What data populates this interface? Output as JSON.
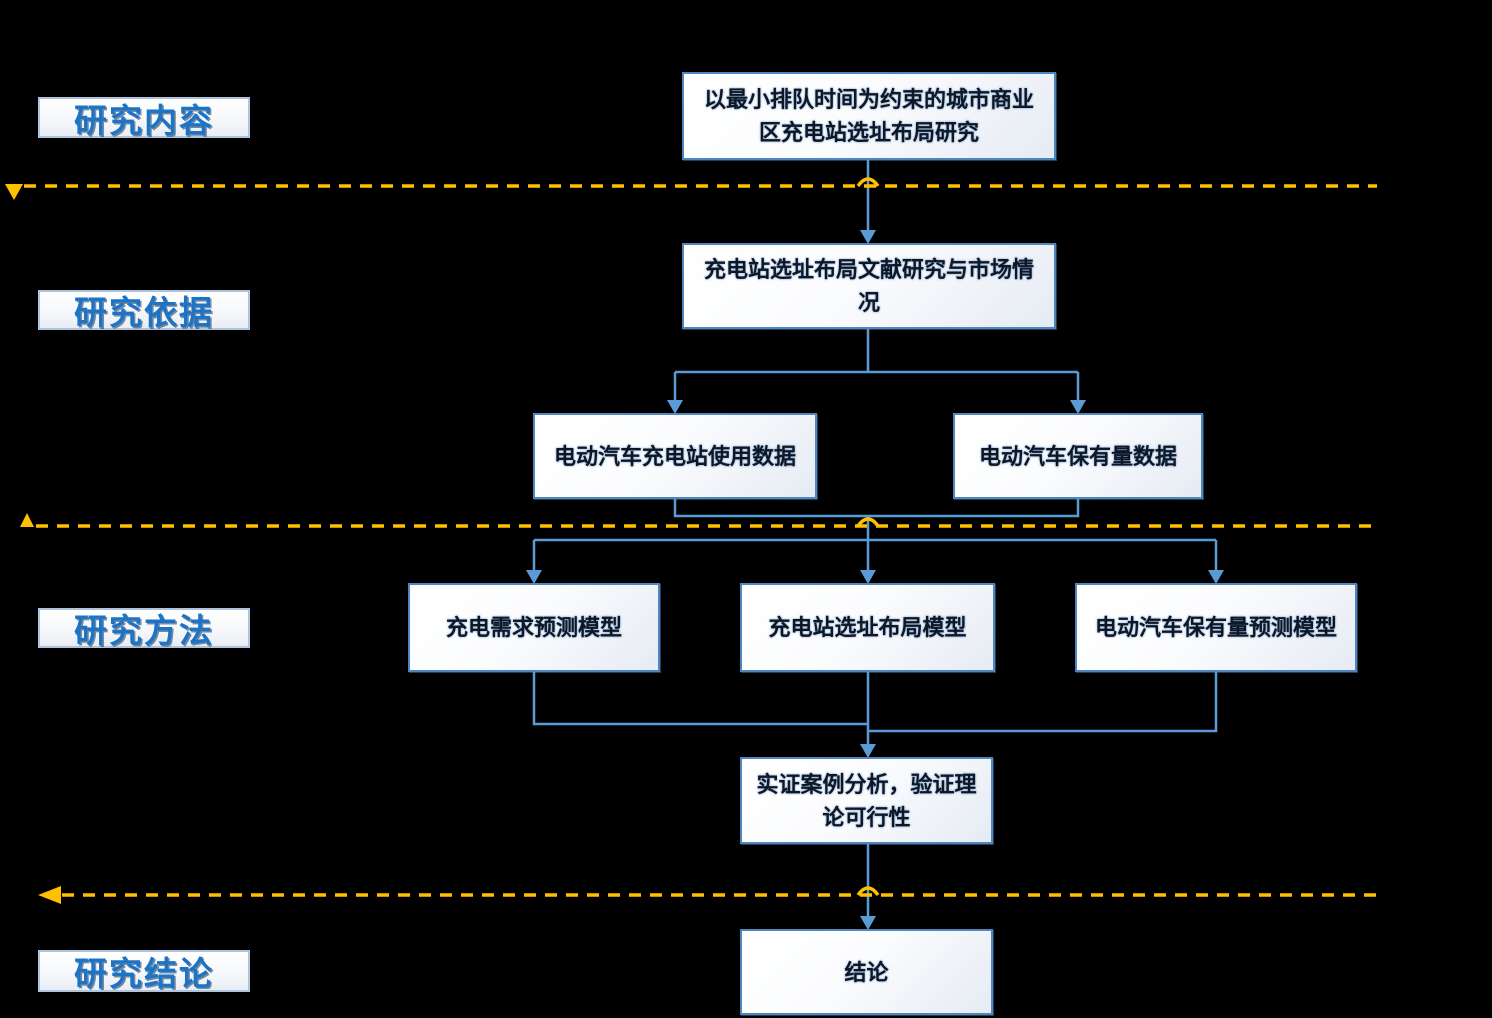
{
  "diagram": {
    "colors": {
      "background": "#000000",
      "connector_blue": "#5B9BD5",
      "divider_orange": "#FFC000",
      "node_border": "#4F86C0",
      "label_text_blue": "#1B74C5"
    },
    "stage_labels": [
      {
        "label": "研究内容"
      },
      {
        "label": "研究依据"
      },
      {
        "label": "研究方法"
      },
      {
        "label": "研究结论"
      }
    ],
    "nodes": [
      {
        "id": "research-title",
        "text": "以最小排队时间为约束的城市商业区充电站选址布局研究"
      },
      {
        "id": "literature-market",
        "text": "充电站选址布局文献研究与市场情况"
      },
      {
        "id": "charging-usage-data",
        "text": "电动汽车充电站使用数据"
      },
      {
        "id": "ev-ownership-data",
        "text": "电动汽车保有量数据"
      },
      {
        "id": "charging-demand-model",
        "text": "充电需求预测模型"
      },
      {
        "id": "siting-layout-model",
        "text": "充电站选址布局模型"
      },
      {
        "id": "ev-ownership-forecast-model",
        "text": "电动汽车保有量预测模型"
      },
      {
        "id": "case-analysis",
        "text": "实证案例分析，验证理论可行性"
      },
      {
        "id": "conclusion",
        "text": "结论"
      }
    ]
  }
}
